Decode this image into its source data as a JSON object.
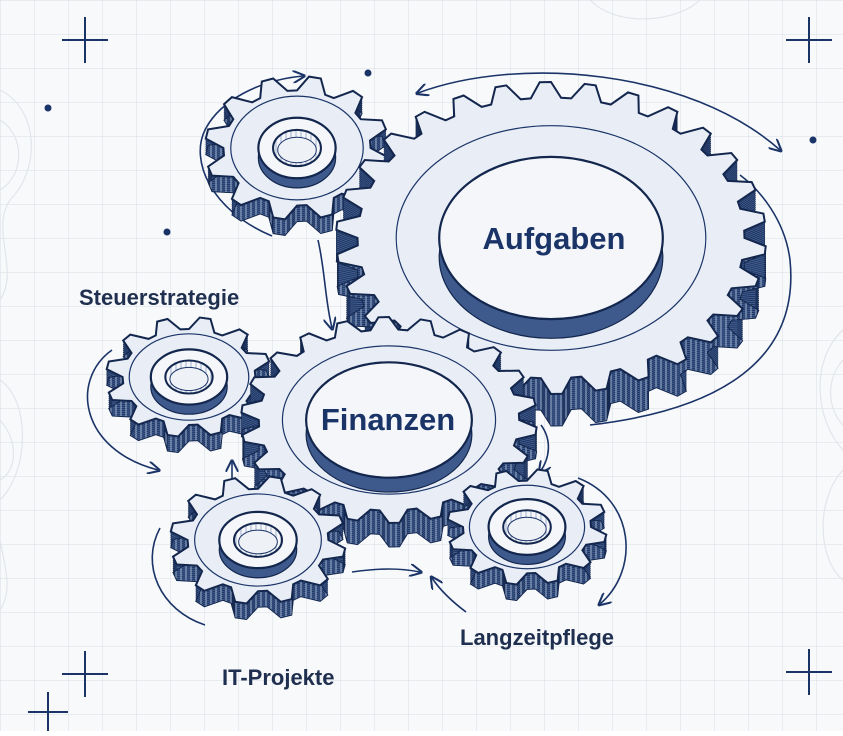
{
  "diagram": {
    "central_labels": {
      "aufgaben": "Aufgaben",
      "finanzen": "Finanzen"
    },
    "outer_labels": {
      "steuerstrategie": "Steuerstrategie",
      "it_projekte": "IT-Projekte",
      "langzeitpflege": "Langzeitpflege"
    }
  },
  "colors": {
    "ink": "#1b3468",
    "ink_dark": "#13264d",
    "gear_face": "#e9eef6",
    "gear_side": "#3e5a8c",
    "grid": "#d7dde6",
    "background": "#f8f9fb"
  }
}
